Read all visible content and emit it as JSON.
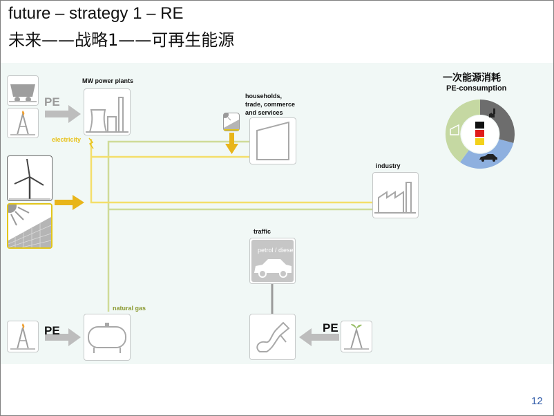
{
  "title": {
    "line1": "future – strategy 1 – RE",
    "line2": "未来——战略1——可再生能源"
  },
  "nodes": {
    "mw_power_plants": "MW power plants",
    "households": [
      "households,",
      "trade, commerce",
      "and services"
    ],
    "industry": "industry",
    "traffic": "traffic",
    "petrol_diesel": "petrol / diesel"
  },
  "flows": {
    "pe_top": "PE",
    "pe_bottom_left": "PE",
    "pe_bottom_right": "PE",
    "electricity": "electricity",
    "natural_gas": "natural gas"
  },
  "legend": {
    "title_cn": "一次能源消耗",
    "title_en": "PE-consumption"
  },
  "colors": {
    "electricity": "#f2d43a",
    "natural_gas": "#c9d68a",
    "arrow_gray": "#bdbdbd",
    "arrow_yellow": "#e8b51a",
    "pie_dark": "#6d6d6d",
    "pie_blue": "#8eb0df",
    "pie_green": "#c5d8a2"
  },
  "page_number": "12"
}
